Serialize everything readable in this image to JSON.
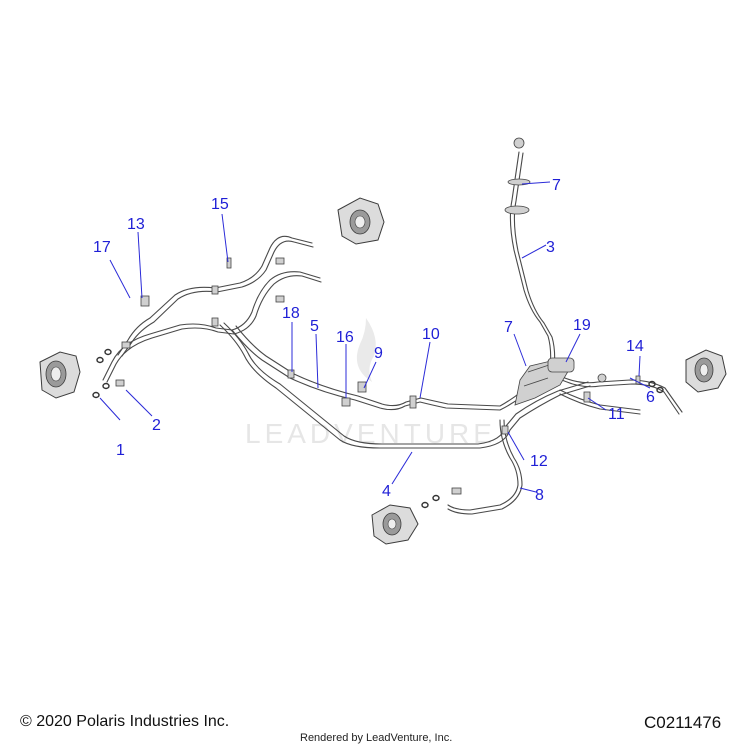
{
  "diagram": {
    "watermark": "LEADVENTURE",
    "callouts": [
      "1",
      "2",
      "3",
      "4",
      "5",
      "6",
      "7",
      "7",
      "8",
      "9",
      "10",
      "11",
      "12",
      "13",
      "14",
      "15",
      "16",
      "17",
      "18",
      "19"
    ]
  },
  "footer": {
    "copyright": "© 2020 Polaris Industries Inc.",
    "rendered_by": "Rendered by LeadVenture, Inc.",
    "code": "C0211476"
  }
}
